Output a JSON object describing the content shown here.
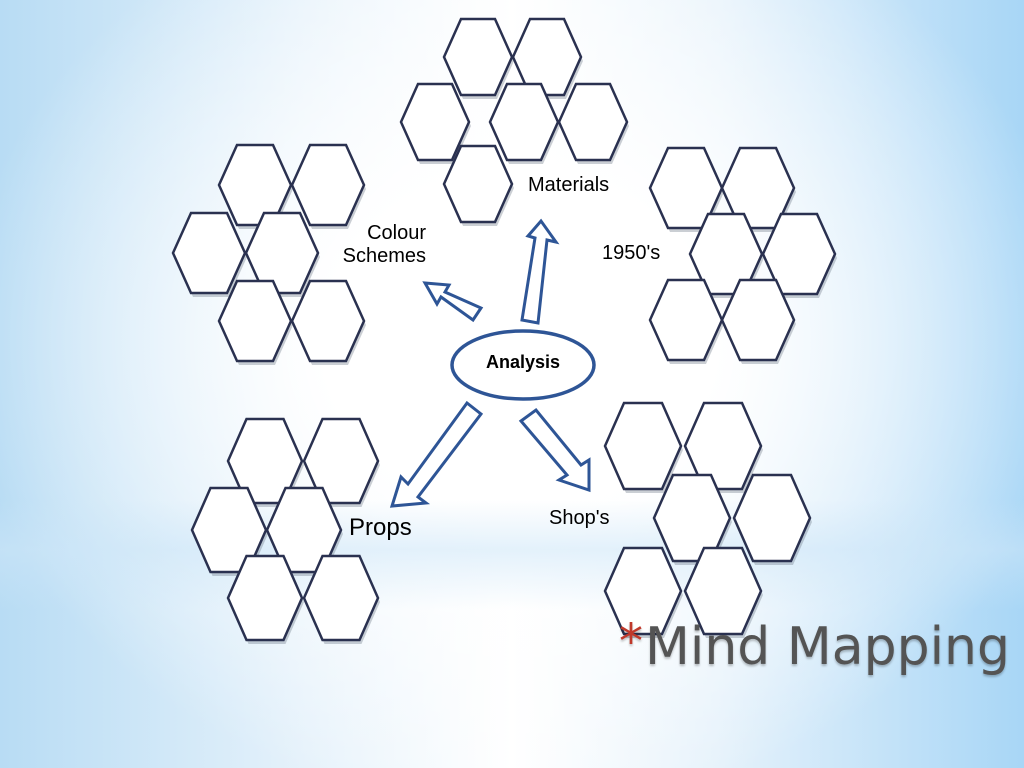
{
  "center_node": {
    "label": "Analysis"
  },
  "branches": [
    {
      "id": "materials",
      "label": "Materials"
    },
    {
      "id": "1950s",
      "label": "1950's"
    },
    {
      "id": "colour-schemes",
      "label": "Colour\nSchemes"
    },
    {
      "id": "props",
      "label": "Props"
    },
    {
      "id": "shops",
      "label": "Shop's"
    }
  ],
  "slide": {
    "title_bullet": "*",
    "title": "Mind Mapping"
  },
  "colors": {
    "hex_outline": "#2a3150",
    "arrow_outline": "#2e5596",
    "title_text": "#545454",
    "title_bullet": "#c0392b"
  }
}
